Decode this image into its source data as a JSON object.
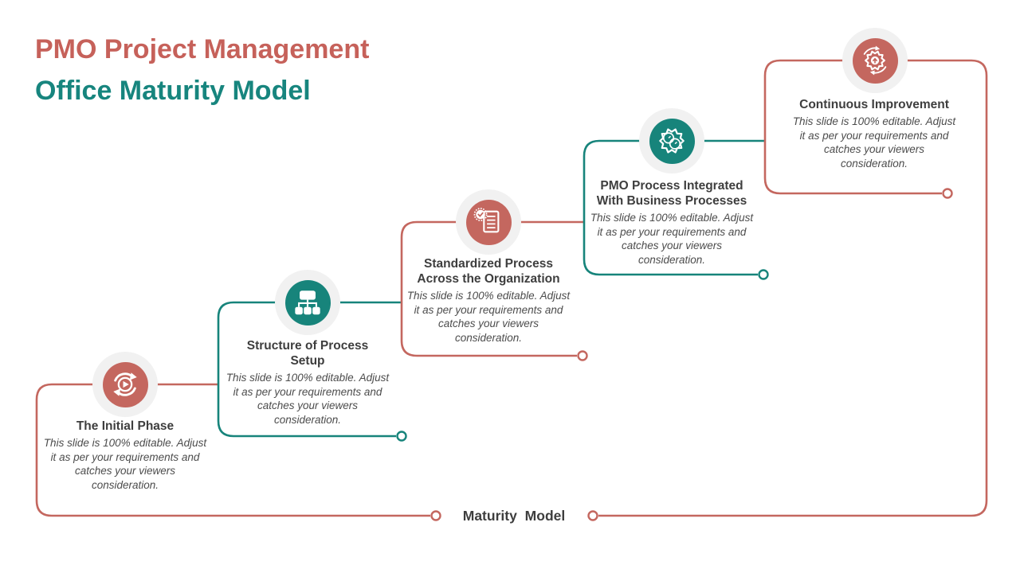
{
  "title": {
    "line1": "PMO Project Management",
    "line2": "Office Maturity Model"
  },
  "baseline": {
    "label": "Maturity Model"
  },
  "colors": {
    "coral": "#C4675F",
    "teal": "#17847B",
    "title_coral": "#C6615A",
    "title_teal": "#17857E",
    "icon_bg": "#F1F1F1",
    "heading_text": "#3E3E3E",
    "body_text": "#4C4C4C"
  },
  "stages": [
    {
      "title": "The Initial Phase",
      "title_lines": [
        "The Initial Phase"
      ],
      "description": "This slide is 100% editable. Adjust it as per your requirements and catches your viewers consideration.",
      "description_lines": [
        "This slide is 100% editable. Adjust",
        "it as per your requirements and",
        "catches your viewers",
        "consideration."
      ],
      "color": "#C4675F",
      "icon": "refresh-play-icon"
    },
    {
      "title": "Structure of Process Setup",
      "title_lines": [
        "Structure of Process",
        "Setup"
      ],
      "description": "This slide is 100% editable. Adjust it as per your requirements and catches your viewers consideration.",
      "description_lines": [
        "This slide is 100% editable. Adjust",
        "it as per your requirements and",
        "catches your viewers",
        "consideration."
      ],
      "color": "#17847B",
      "icon": "org-chart-icon"
    },
    {
      "title": "Standardized Process Across the Organization",
      "title_lines": [
        "Standardized Process",
        "Across the Organization"
      ],
      "description": "This slide is 100% editable. Adjust it as per your requirements and catches your viewers consideration.",
      "description_lines": [
        "This slide is 100% editable. Adjust",
        "it as per your requirements and",
        "catches your viewers",
        "consideration."
      ],
      "color": "#C4675F",
      "icon": "certified-document-icon"
    },
    {
      "title": "PMO Process Integrated With Business Processes",
      "title_lines": [
        "PMO Process Integrated",
        "With Business Processes"
      ],
      "description": "This slide is 100% editable. Adjust it as per your requirements and catches your viewers consideration.",
      "description_lines": [
        "This slide is 100% editable. Adjust",
        "it as per your requirements and",
        "catches your viewers",
        "consideration."
      ],
      "color": "#17847B",
      "icon": "gears-integration-icon"
    },
    {
      "title": "Continuous Improvement",
      "title_lines": [
        "Continuous Improvement"
      ],
      "description": "This slide is 100% editable. Adjust it as per your requirements and catches your viewers consideration.",
      "description_lines": [
        "This slide is 100% editable. Adjust",
        "it as per your requirements and",
        "catches your viewers",
        "consideration."
      ],
      "color": "#C4675F",
      "icon": "gear-growth-icon"
    }
  ]
}
